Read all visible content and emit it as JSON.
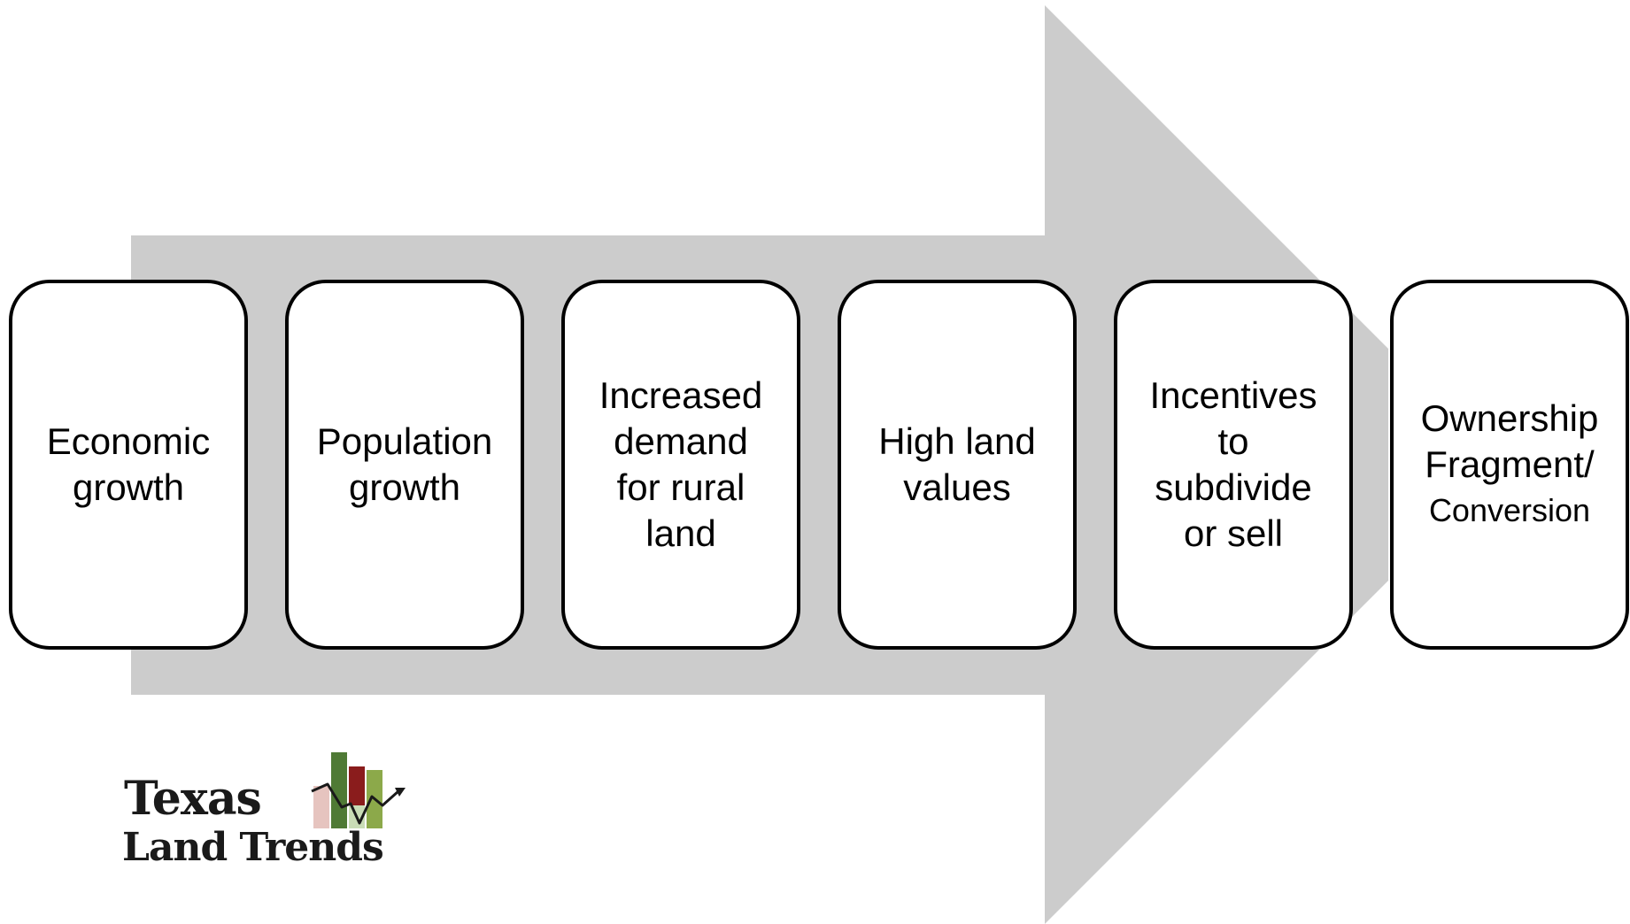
{
  "diagram": {
    "arrow_color": "#cccccc",
    "box_border_color": "#000000",
    "box_fill_color": "#ffffff",
    "steps": [
      {
        "lines": [
          "Economic",
          "growth"
        ]
      },
      {
        "lines": [
          "Population",
          "growth"
        ]
      },
      {
        "lines": [
          "Increased",
          "demand",
          "for rural",
          "land"
        ]
      },
      {
        "lines": [
          "High land",
          "values"
        ]
      },
      {
        "lines": [
          "Incentives",
          "to",
          "subdivide",
          "or sell"
        ]
      },
      {
        "lines": [
          "Ownership",
          "Fragment/",
          "Conversion"
        ]
      }
    ]
  },
  "logo": {
    "line1": "Texas",
    "line2": "Land Trends",
    "colors": {
      "pink": "#e6c4bf",
      "dark_green": "#4f7a35",
      "light_green": "#c9dcb6",
      "dark_red": "#8a1c1c",
      "olive_green": "#8ca94a",
      "line": "#1a1a1a"
    }
  }
}
